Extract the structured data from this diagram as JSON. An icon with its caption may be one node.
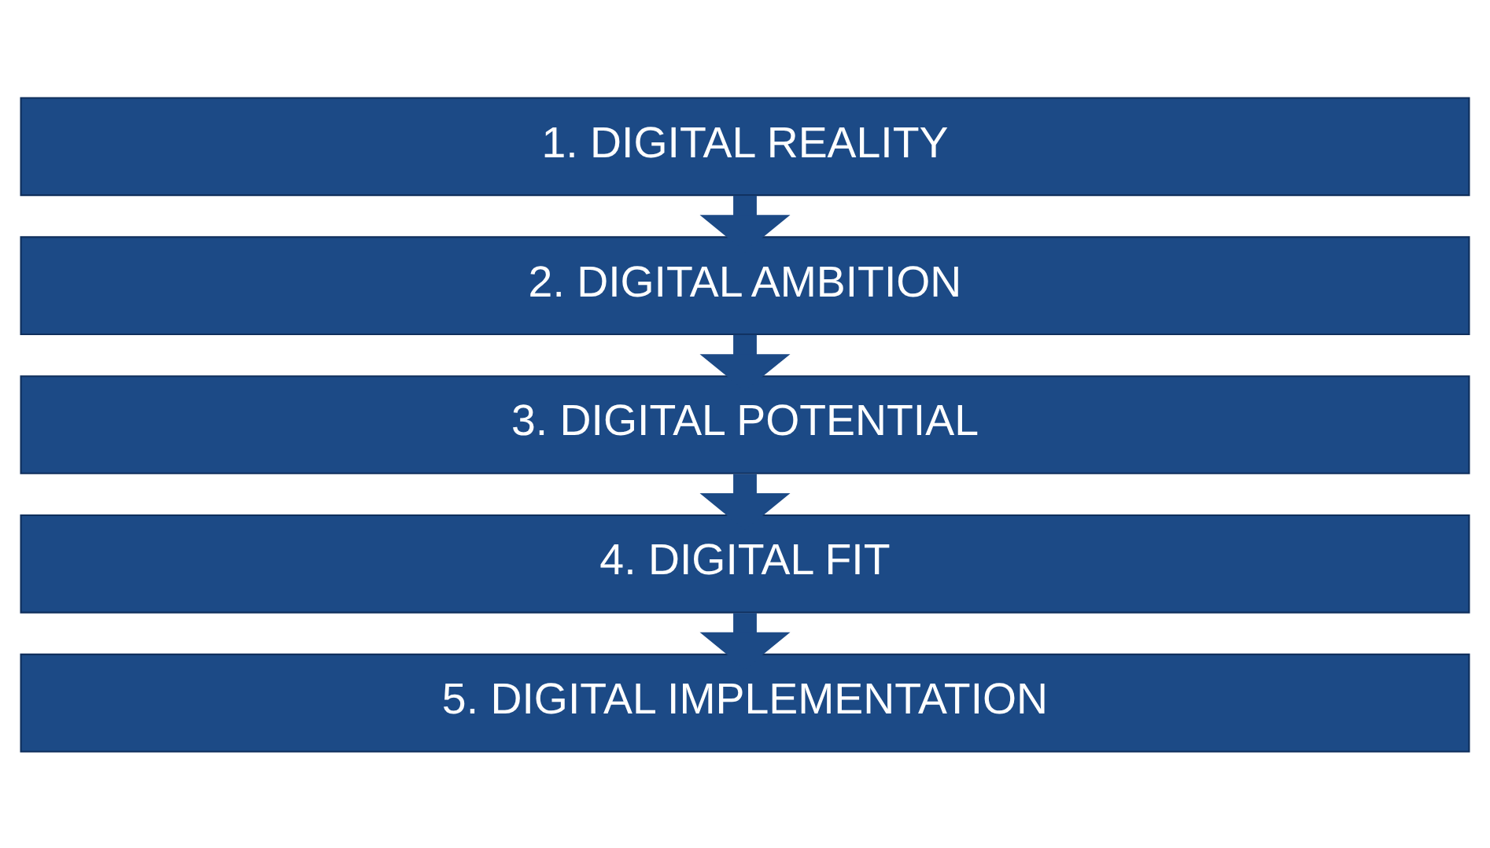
{
  "diagram": {
    "nodes": [
      {
        "text": [
          "1. DIGITAL REALITY"
        ]
      },
      {
        "text": [
          "2. DIGITAL AMBITION"
        ]
      },
      {
        "text": [
          "3. DIGITAL POTENTIAL"
        ]
      },
      {
        "text": [
          "4. DIGITAL FIT"
        ]
      },
      {
        "text": [
          "5. DIGITAL IMPLEMENTATION"
        ]
      }
    ],
    "edges": [
      {
        "from": 0,
        "to": 1,
        "arrow": "to"
      },
      {
        "from": 1,
        "to": 2,
        "arrow": "to"
      },
      {
        "from": 2,
        "to": 3,
        "arrow": "to"
      },
      {
        "from": 3,
        "to": 4,
        "arrow": "to"
      }
    ]
  }
}
